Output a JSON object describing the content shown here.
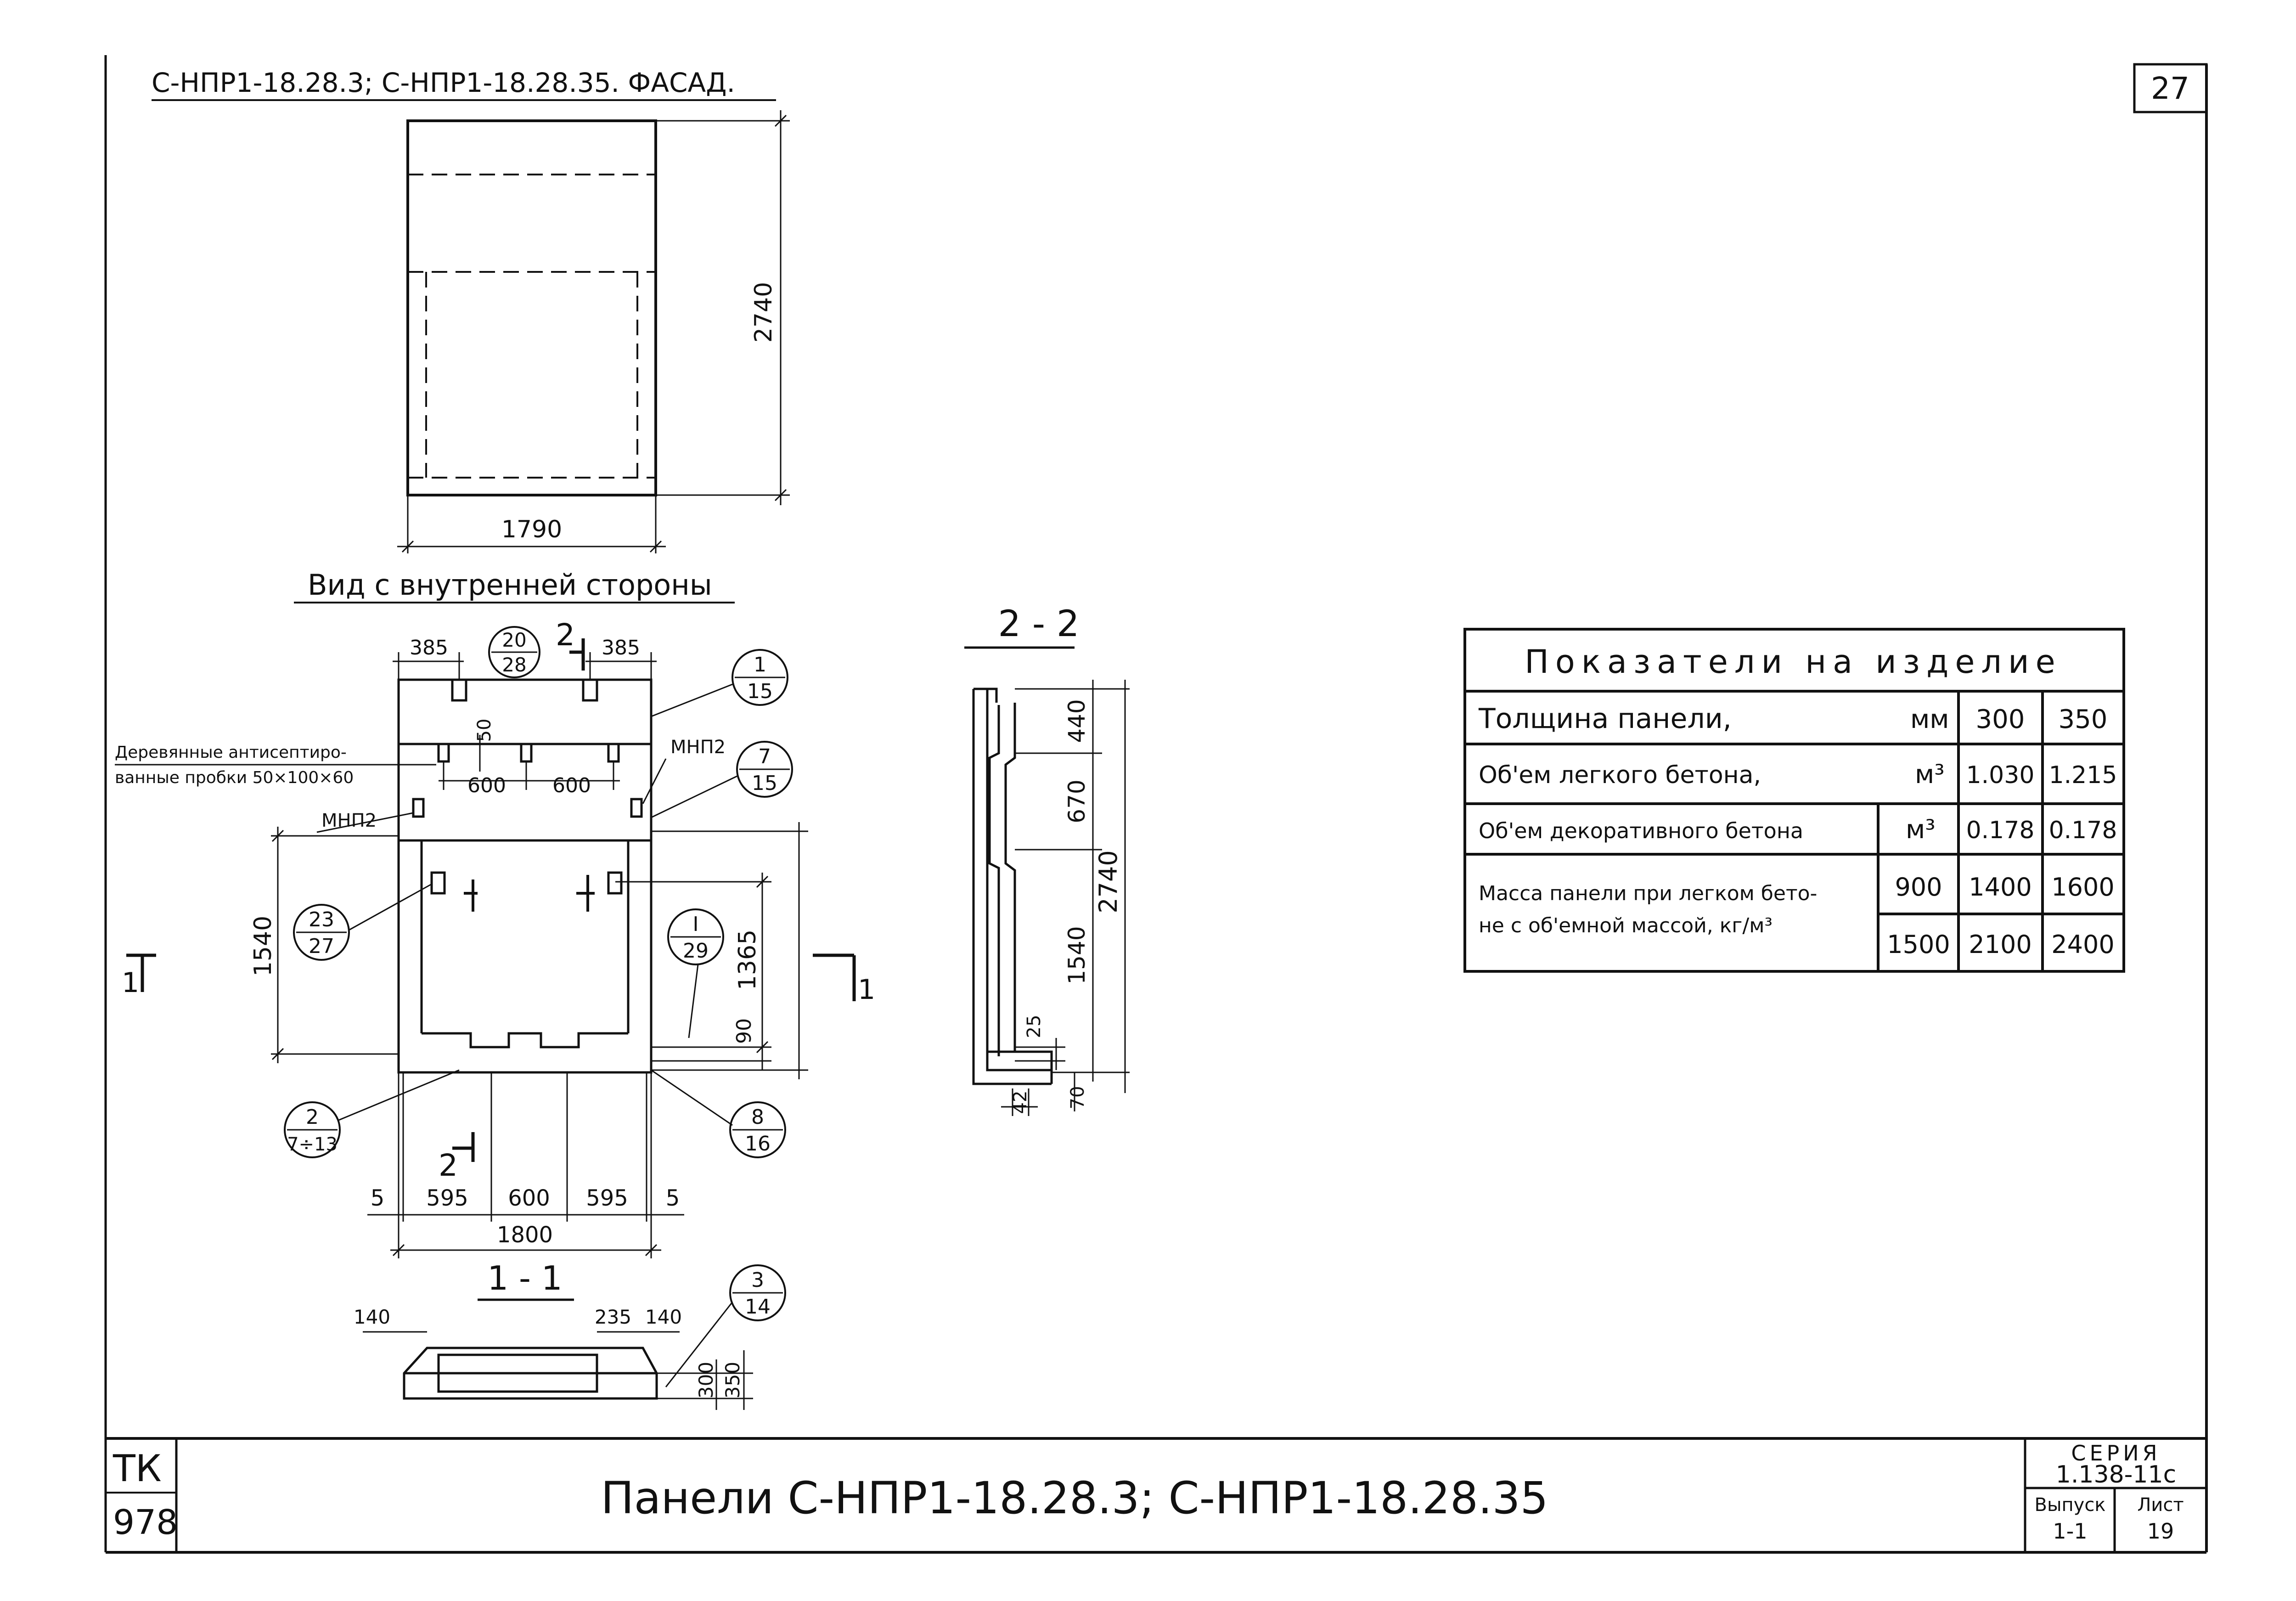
{
  "sheet_number": "27",
  "title_block": {
    "org_line1": "ТК",
    "org_line2": "978",
    "main_title": "Панели  С-НПР1-18.28.3;  С-НПР1-18.28.35",
    "series_label": "СЕРИЯ",
    "series_value": "1.138-11с",
    "issue_label": "Выпуск",
    "issue_value": "1-1",
    "sheet_label": "Лист",
    "sheet_value": "19"
  },
  "facade": {
    "heading": "С-НПР1-18.28.3; С-НПР1-18.28.35. ФАСАД.",
    "dim_height": "2740",
    "dim_width": "1790"
  },
  "inner_view": {
    "heading": "Вид с внутренней стороны",
    "section_mark": "2",
    "section_mark_bottom": "2",
    "dims_top": [
      "385",
      "385"
    ],
    "dim_50": "50",
    "dims_600": [
      "600",
      "600"
    ],
    "dim_1540": "1540",
    "dim_1365": "1365",
    "dim_90": "90",
    "dims_bottom": [
      "5",
      "595",
      "600",
      "595",
      "5"
    ],
    "dim_total": "1800",
    "note_line1": "Деревянные антисептиро-",
    "note_line2": "ванные пробки 50×100×60",
    "label_mnp2_left": "МНП2",
    "label_mnp2_right": "МНП2",
    "section_left": "1",
    "section_right": "1",
    "callouts": [
      {
        "top": "20",
        "bottom": "28"
      },
      {
        "top": "1",
        "bottom": "15"
      },
      {
        "top": "7",
        "bottom": "15"
      },
      {
        "top": "23",
        "bottom": "27"
      },
      {
        "top": "I",
        "bottom": "29"
      },
      {
        "top": "2",
        "bottom": "7÷13"
      },
      {
        "top": "8",
        "bottom": "16"
      },
      {
        "top": "3",
        "bottom": "14"
      }
    ]
  },
  "section_11": {
    "title": "1 - 1",
    "dim_140_left": "140",
    "dim_235": "235",
    "dim_140_right": "140",
    "dim_300": "300",
    "dim_350": "350"
  },
  "section_22": {
    "title": "2 - 2",
    "dims": [
      "440",
      "670",
      "1540"
    ],
    "dim_total": "2740",
    "dim_25": "25",
    "dim_70": "70",
    "dim_42": "42"
  },
  "indicators": {
    "title": "Показатели на изделие",
    "rows": [
      {
        "label": "Толщина панели,",
        "unit": "мм",
        "v1": "300",
        "v2": "350"
      },
      {
        "label": "Об'ем легкого бетона,",
        "unit": "м³",
        "v1": "1.030",
        "v2": "1.215"
      },
      {
        "label": "Об'ем декоративного бетона",
        "unit": "м³",
        "v1": "0.178",
        "v2": "0.178"
      }
    ],
    "mass_label_line1": "Масса панели при легком бето-",
    "mass_label_line2": "не с об'емной массой, кг/м³",
    "mass_rows": [
      {
        "density": "900",
        "v1": "1400",
        "v2": "1600"
      },
      {
        "density": "1500",
        "v1": "2100",
        "v2": "2400"
      }
    ]
  }
}
